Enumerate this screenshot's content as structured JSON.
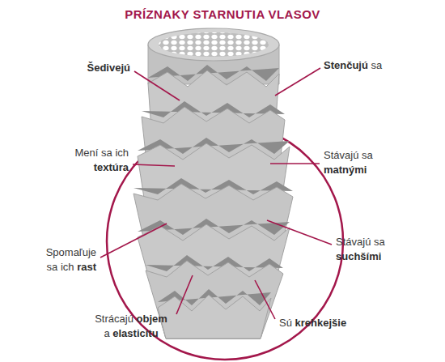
{
  "diagram": {
    "title": "PRÍZNAKY STARNUTIA VLASOV",
    "labels": [
      "Šedivejú",
      "Stenčujú sa",
      "Mení sa ich textúra",
      "Stávajú sa matnými",
      "Spomaľuje sa ich rast",
      "Stávajú sa suchšími",
      "Strácajú objem a elasticitu",
      "Sú krehkejšie"
    ]
  }
}
